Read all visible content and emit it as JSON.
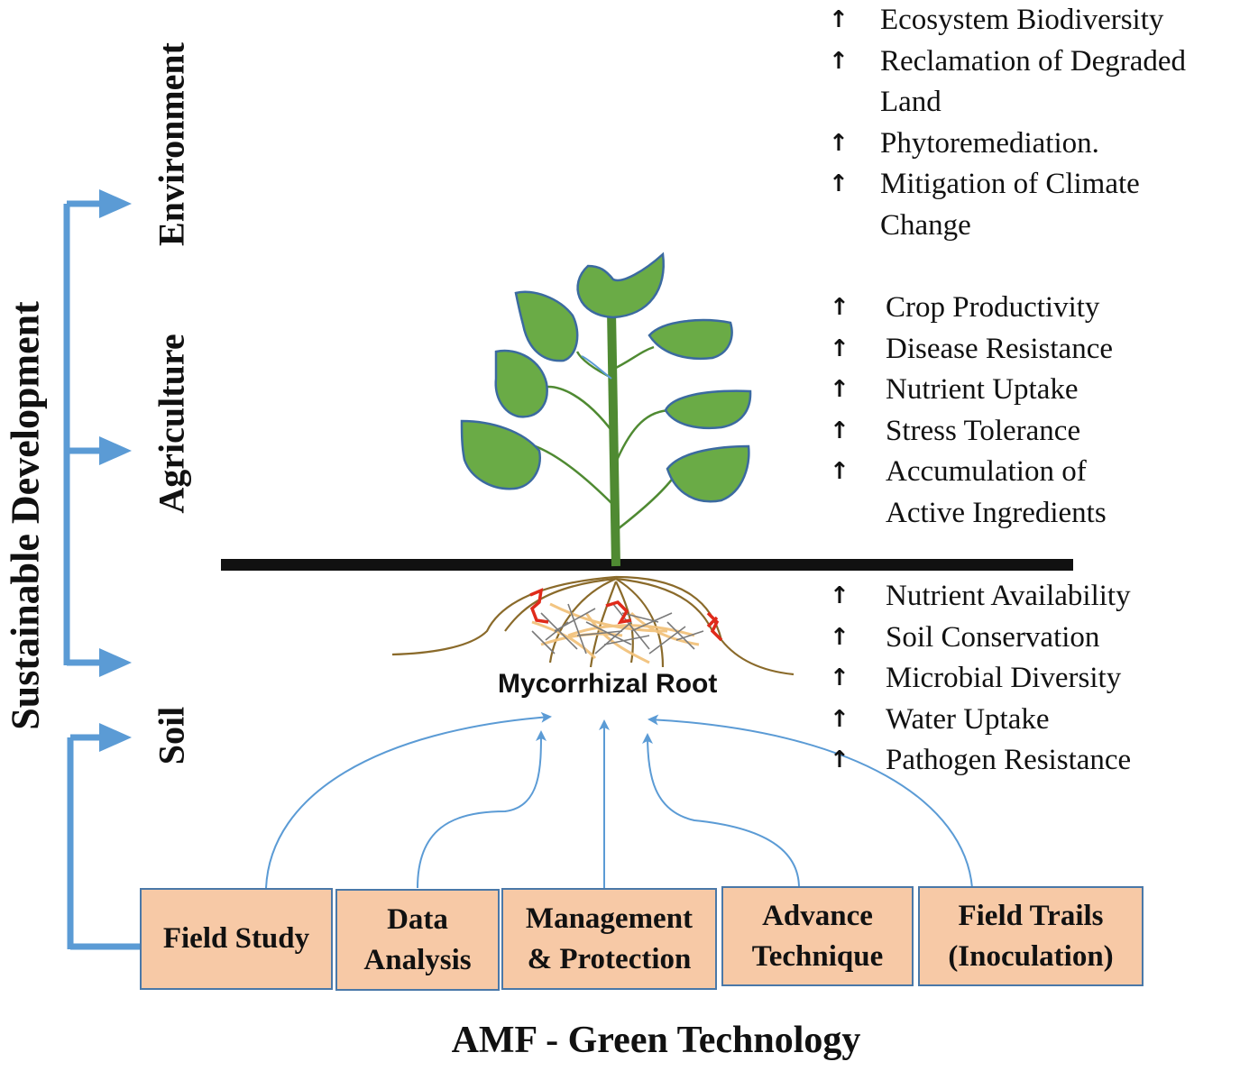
{
  "axis": {
    "sustainable": "Sustainable Development",
    "environment": "Environment",
    "agriculture": "Agriculture",
    "soil": "Soil"
  },
  "benefits": {
    "arrow_symbol": "↑",
    "environment": [
      "Ecosystem Biodiversity",
      "Reclamation of Degraded",
      "Land",
      "Phytoremediation.",
      "Mitigation of Climate",
      "Change"
    ],
    "agriculture": [
      "Crop Productivity",
      "Disease Resistance",
      "Nutrient Uptake",
      "Stress Tolerance",
      "Accumulation of",
      "Active Ingredients"
    ],
    "soil": [
      "Nutrient Availability",
      "Soil Conservation",
      "Microbial Diversity",
      "Water Uptake",
      "Pathogen Resistance"
    ]
  },
  "root_label": "Mycorrhizal Root",
  "boxes": [
    {
      "line1": "Field Study",
      "line2": ""
    },
    {
      "line1": "Data",
      "line2": "Analysis"
    },
    {
      "line1": "Management",
      "line2": "& Protection"
    },
    {
      "line1": "Advance",
      "line2": "Technique"
    },
    {
      "line1": "Field Trails",
      "line2": "(Inoculation)"
    }
  ],
  "footer": "AMF - Green Technology",
  "colors": {
    "bracket_blue": "#5b9bd5",
    "box_fill": "#f7c9a6",
    "box_border": "#4a78a8",
    "leaf_green": "#6aab46",
    "leaf_border": "#3b6aa0",
    "stem_green": "#4f8a32",
    "ground_line": "#111111",
    "root_brown": "#8a6a2a",
    "fungal_red": "#e02a1a"
  }
}
